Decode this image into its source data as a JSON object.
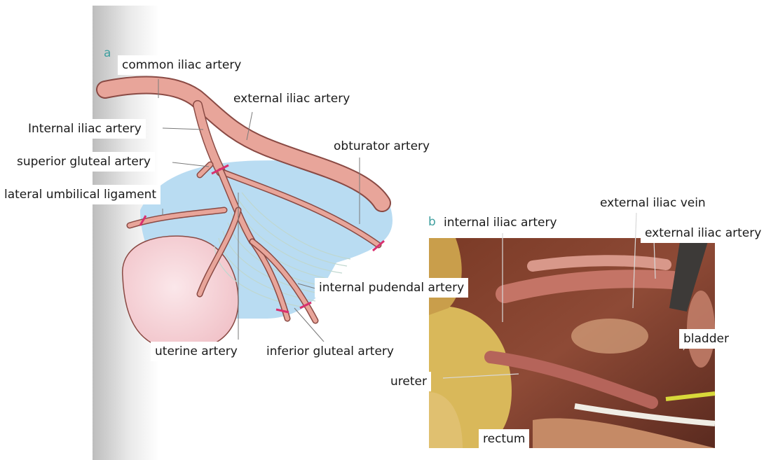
{
  "panel_a": {
    "letter": "a",
    "labels": {
      "common_iliac": "common iliac artery",
      "external_iliac": "external iliac artery",
      "internal_iliac": "Internal iliac artery",
      "superior_gluteal": "superior gluteal artery",
      "lateral_umbilical": "lateral umbilical ligament",
      "obturator": "obturator artery",
      "internal_pudendal": "internal pudendal artery",
      "uterine": "uterine artery",
      "inferior_gluteal": "inferior gluteal artery"
    }
  },
  "panel_b": {
    "letter": "b",
    "labels": {
      "internal_iliac": "internal iliac artery",
      "external_iliac_vein": "external iliac vein",
      "external_iliac_artery": "external iliac artery",
      "bladder": "bladder",
      "ureter": "ureter",
      "rectum": "rectum"
    }
  },
  "colors": {
    "artery": "#e8a59a",
    "artery_edge": "#8a4a44",
    "fascia": "#b9dcf2",
    "ligation_mark": "#d9306f",
    "panel_letter": "#3f9f9f"
  }
}
